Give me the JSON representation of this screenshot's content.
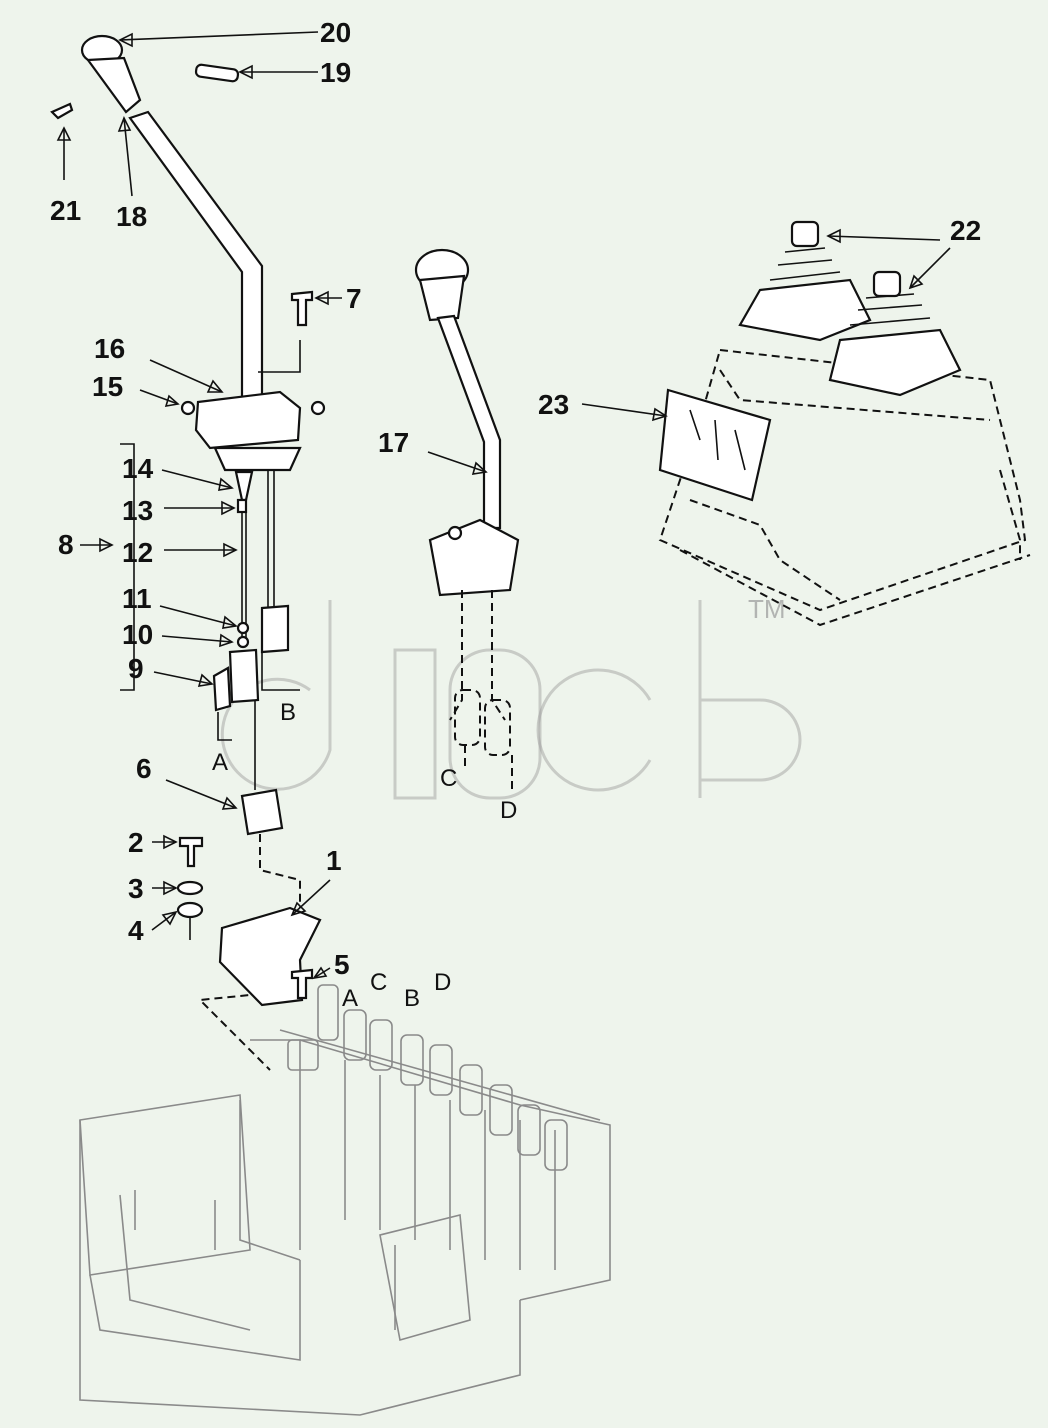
{
  "diagram": {
    "callouts": {
      "n1": "1",
      "n2": "2",
      "n3": "3",
      "n4": "4",
      "n5": "5",
      "n6": "6",
      "n7": "7",
      "n8": "8",
      "n9": "9",
      "n10": "10",
      "n11": "11",
      "n12": "12",
      "n13": "13",
      "n14": "14",
      "n15": "15",
      "n16": "16",
      "n17": "17",
      "n18": "18",
      "n19": "19",
      "n20": "20",
      "n21": "21",
      "n22": "22",
      "n23": "23"
    },
    "connection_letters": {
      "a_link": "A",
      "b_link": "B",
      "c_link": "C",
      "d_link": "D",
      "a_valve": "A",
      "c_valve": "C",
      "b_valve": "B",
      "d_valve": "D"
    }
  },
  "watermark": {
    "tm": "TM"
  },
  "colors": {
    "background": "#eef4ec",
    "line": "#111111",
    "watermark": "#9a9a9a"
  }
}
